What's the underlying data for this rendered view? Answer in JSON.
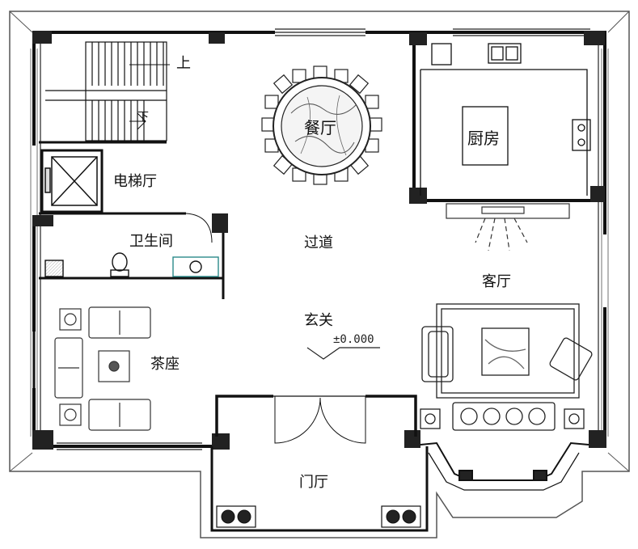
{
  "rooms": {
    "dining": "餐厅",
    "kitchen": "厨房",
    "elevator_hall": "电梯厅",
    "bathroom": "卫生间",
    "corridor": "过道",
    "living": "客厅",
    "foyer": "玄关",
    "tea": "茶座",
    "entry_hall": "门厅"
  },
  "stairs": {
    "up": "上",
    "down": "下"
  },
  "elevation_mark": "±0.000"
}
